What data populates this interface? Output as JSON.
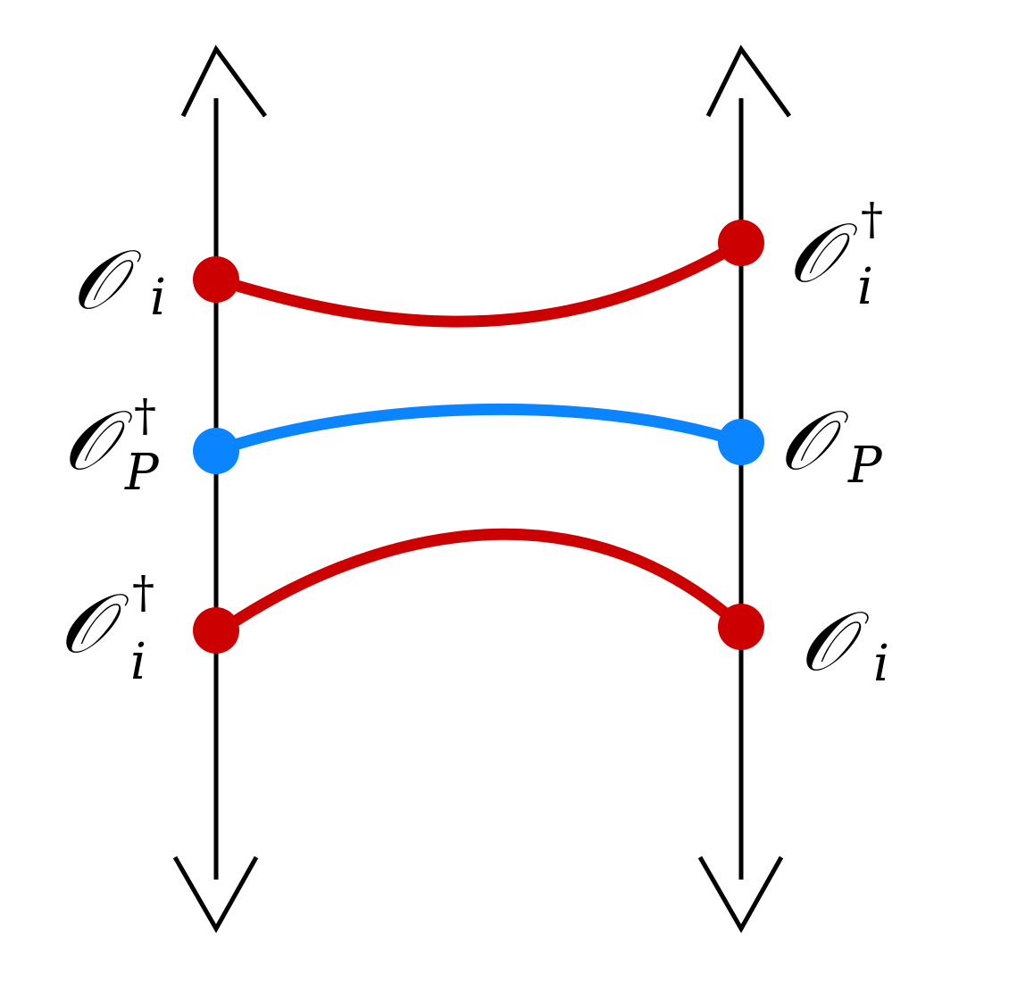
{
  "colors": {
    "axis": "#000000",
    "red": "#cc0000",
    "blue": "#0a84ff"
  },
  "lines": {
    "left": {
      "name": "left-worldline"
    },
    "right": {
      "name": "right-worldline"
    }
  },
  "labels": {
    "left_top": {
      "base": "𝒪",
      "sup": "",
      "sub": "i"
    },
    "right_top": {
      "base": "𝒪",
      "sup": "†",
      "sub": "i"
    },
    "left_mid": {
      "base": "𝒪",
      "sup": "†",
      "sub": "P"
    },
    "right_mid": {
      "base": "𝒪",
      "sup": "",
      "sub": "P"
    },
    "left_bottom": {
      "base": "𝒪",
      "sup": "†",
      "sub": "i"
    },
    "right_bottom": {
      "base": "𝒪",
      "sup": "",
      "sub": "i"
    }
  }
}
